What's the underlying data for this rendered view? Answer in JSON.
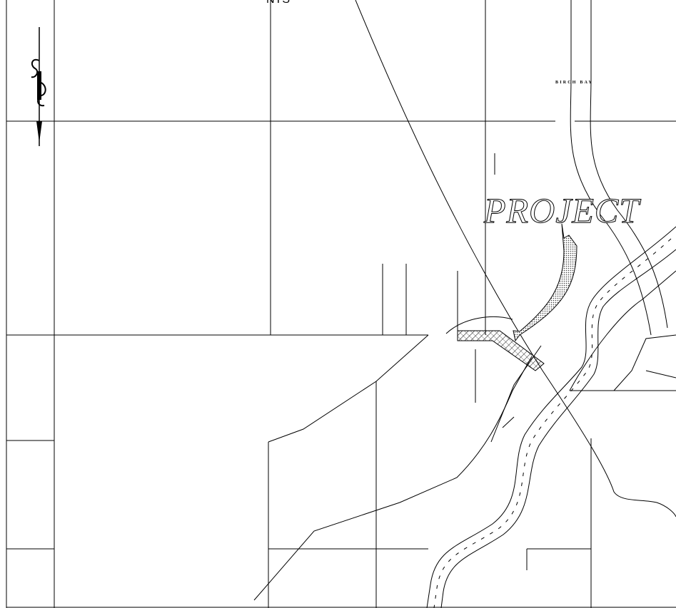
{
  "map": {
    "scale_note": "NTS",
    "place_label": "BIRCH BAY",
    "project_label": "PROJECT",
    "icons": {
      "north_arrow": "north-arrow-icon"
    }
  }
}
